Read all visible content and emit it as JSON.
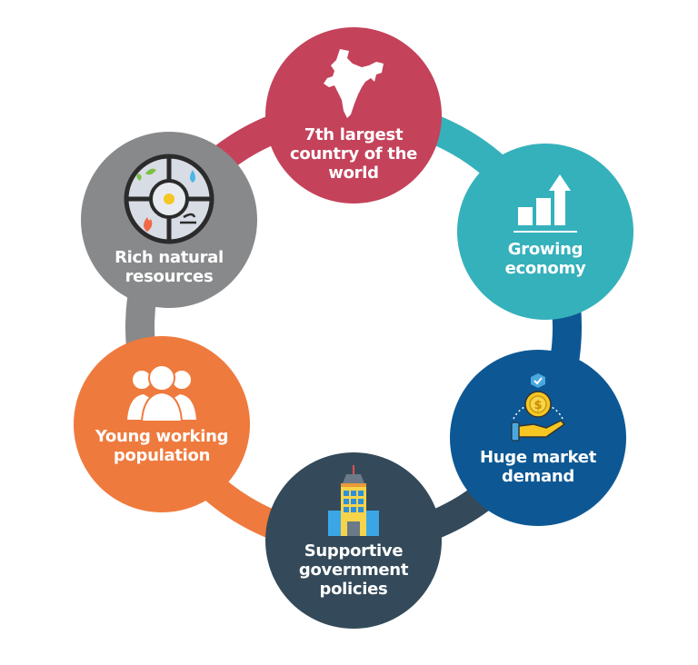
{
  "diagram": {
    "title_items": [
      {
        "id": "red",
        "label": "7th largest\ncountry of the\nworld",
        "icon": "india-map-icon",
        "color": "#c4425a"
      },
      {
        "id": "teal",
        "label": "Growing\neconomy",
        "icon": "growth-chart-icon",
        "color": "#35b1bb"
      },
      {
        "id": "blue",
        "label": "Huge market\ndemand",
        "icon": "coin-hand-icon",
        "color": "#0d5894"
      },
      {
        "id": "slate",
        "label": "Supportive\ngovernment\npolicies",
        "icon": "government-building-icon",
        "color": "#344a5a"
      },
      {
        "id": "orange",
        "label": "Young working\npopulation",
        "icon": "people-group-icon",
        "color": "#ef7a3d"
      },
      {
        "id": "gray",
        "label": "Rich natural\nresources",
        "icon": "natural-elements-icon",
        "color": "#88898b"
      }
    ]
  }
}
